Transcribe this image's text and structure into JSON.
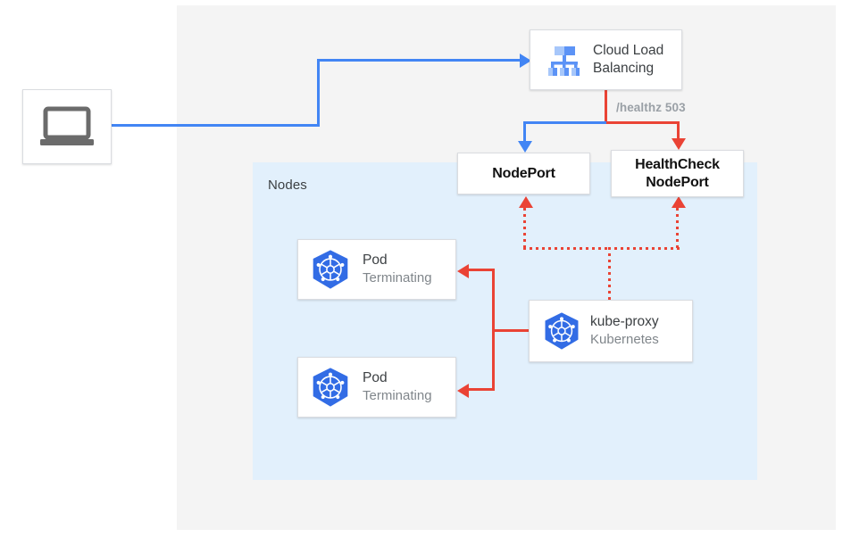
{
  "regions": {
    "nodes": {
      "label": "Nodes",
      "bg": "#e2f0fc"
    },
    "outer": {
      "bg": "#f4f4f4"
    }
  },
  "nodes": {
    "client": {
      "icon": "laptop-icon",
      "label": ""
    },
    "cloud_load_balancing": {
      "icon": "cloud-load-balancing-icon",
      "title": "Cloud Load Balancing"
    },
    "nodeport": {
      "label": "NodePort"
    },
    "healthcheck_nodeport": {
      "label": "HealthCheck\nNodePort",
      "line1": "HealthCheck",
      "line2": "NodePort"
    },
    "pod1": {
      "icon": "kubernetes-icon",
      "title": "Pod",
      "subtitle": "Terminating"
    },
    "pod2": {
      "icon": "kubernetes-icon",
      "title": "Pod",
      "subtitle": "Terminating"
    },
    "kube_proxy": {
      "icon": "kubernetes-icon",
      "title": "kube-proxy",
      "subtitle": "Kubernetes"
    }
  },
  "edges": {
    "healthz_label": "/healthz 503"
  },
  "colors": {
    "blue": "#4285f4",
    "red": "#ea4335",
    "kubernetes_blue": "#326ce5",
    "gray_text": "#3c4043",
    "gray_subtext": "#80868b",
    "edge_label_gray": "#9aa0a6",
    "region_gray": "#f4f4f4",
    "region_blue": "#e2f0fc"
  }
}
